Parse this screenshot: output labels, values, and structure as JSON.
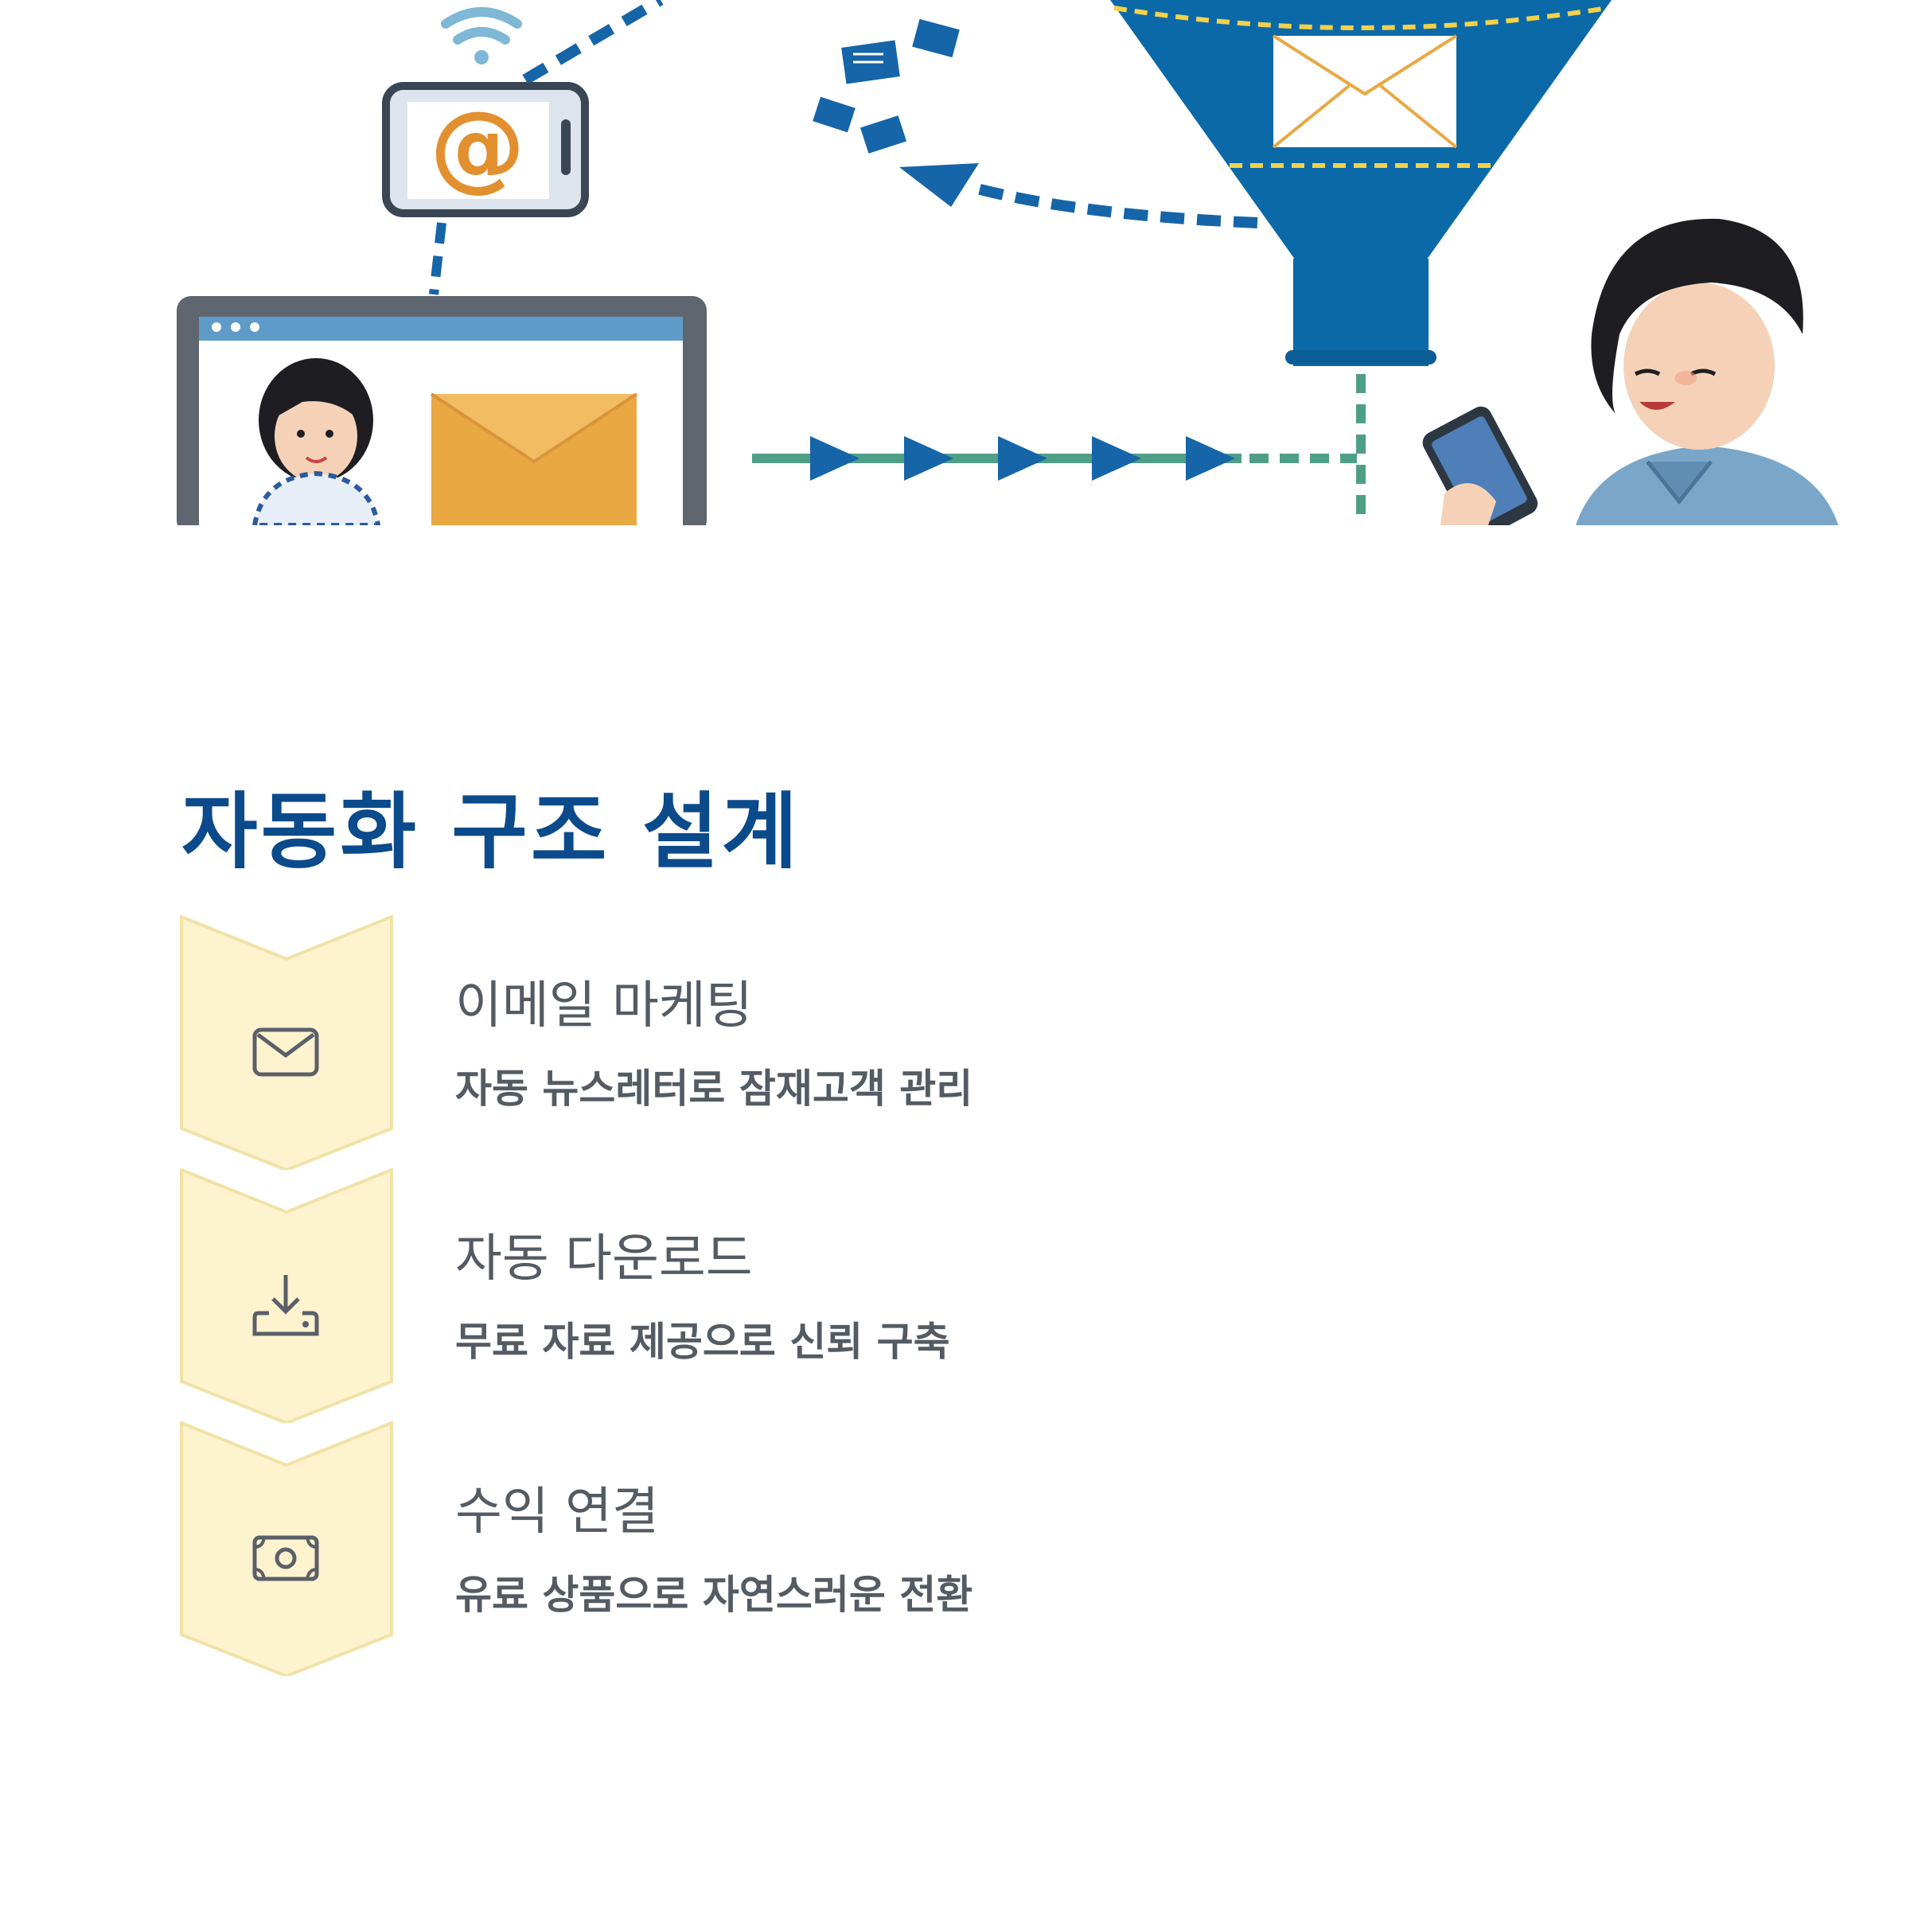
{
  "hero": {
    "at_symbol": "@"
  },
  "section": {
    "title": "자동화 구조 설계"
  },
  "steps": [
    {
      "icon": "mail-icon",
      "title": "이메일 마케팅",
      "desc": "자동 뉴스레터로 잠재고객 관리"
    },
    {
      "icon": "download-icon",
      "title": "자동 다운로드",
      "desc": "무료 자료 제공으로 신뢰 구축"
    },
    {
      "icon": "money-icon",
      "title": "수익 연결",
      "desc": "유료 상품으로 자연스러운 전환"
    }
  ],
  "colors": {
    "title": "#0b4a8b",
    "chevron_fill": "#fdf3cf",
    "chevron_stroke": "#f1e2a6",
    "text": "#555b63",
    "funnel": "#0c69a8",
    "arrow_green": "#4f9f86",
    "envelope_orange": "#e9a842"
  }
}
